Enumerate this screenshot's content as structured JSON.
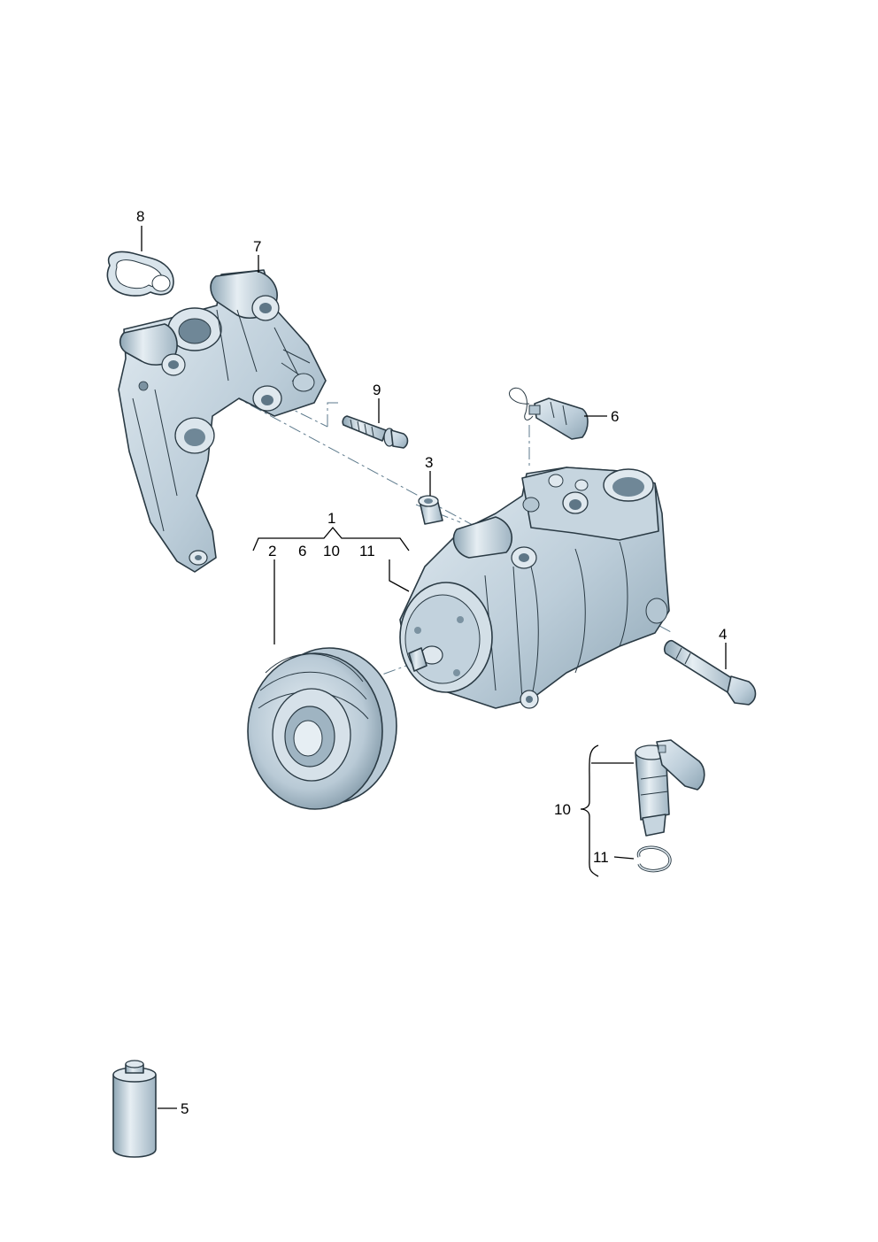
{
  "callouts": {
    "c1": "1",
    "c2": "2",
    "c3": "3",
    "c4": "4",
    "c5": "5",
    "c6": "6",
    "c6b": "6",
    "c7": "7",
    "c8": "8",
    "c9": "9",
    "c10": "10",
    "c10b": "10",
    "c11": "11",
    "c11b": "11"
  },
  "colors": {
    "part_fill": "#cfdce5",
    "part_shade": "#9fb4c2",
    "part_dark": "#6f8797",
    "line": "#000000"
  }
}
